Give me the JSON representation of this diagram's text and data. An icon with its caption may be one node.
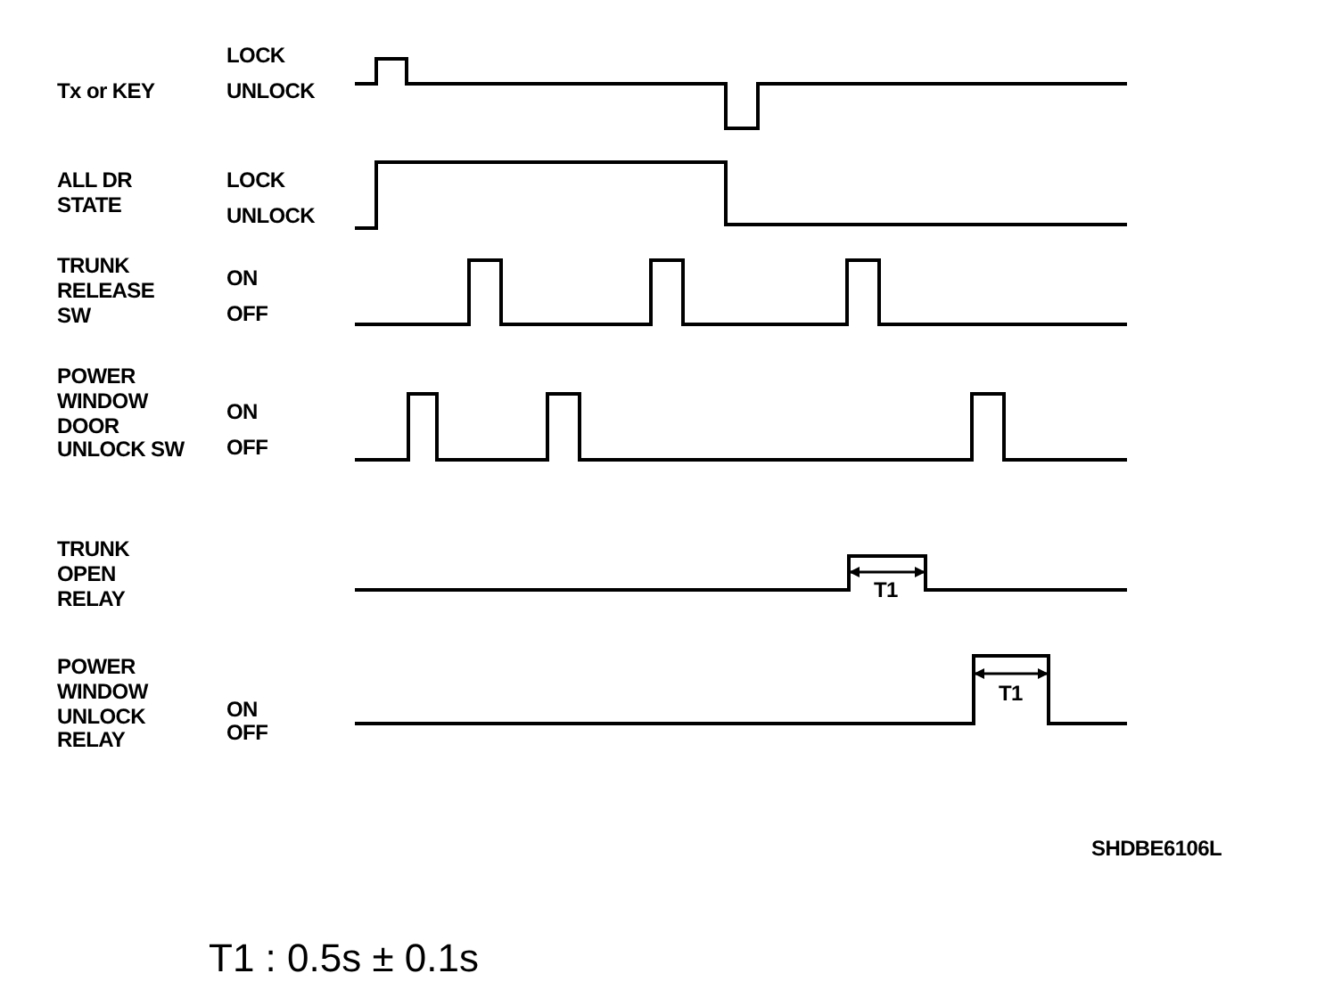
{
  "diagram": {
    "labels": [
      "LOCK",
      "Tx or KEY",
      "UNLOCK",
      "ALL DR STATE",
      "LOCK",
      "UNLOCK",
      "TRUNK RELEASE SW",
      "ON",
      "OFF",
      "POWER WINDOW DOOR UNLOCK SW",
      "ON",
      "OFF",
      "TRUNK OPEN RELAY",
      "T1",
      "POWER WINDOW UNLOCK RELAY",
      "ON",
      "OFF",
      "T1",
      "SHDBE6106L",
      "T1 : 0.5s ± 0.1s"
    ]
  }
}
